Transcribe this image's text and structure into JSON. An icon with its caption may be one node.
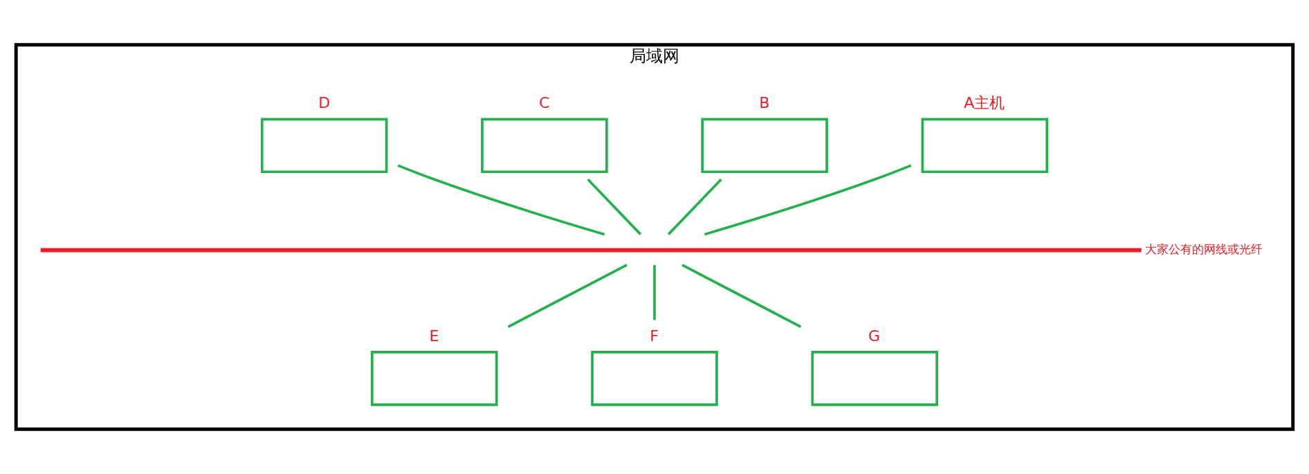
{
  "diagram": {
    "nodes": [
      {
        "text": [
          "局域网"
        ]
      },
      {
        "text": [
          "A主机"
        ],
        "in": 0
      },
      {
        "text": [
          "B"
        ],
        "in": 0
      },
      {
        "text": [
          "C"
        ],
        "in": 0
      },
      {
        "text": [
          "D"
        ],
        "in": 0
      },
      {
        "text": [],
        "shape": "bar",
        "beside": [
          "大家公有的网线或光纤"
        ],
        "in": 0
      },
      {
        "text": [
          "E"
        ],
        "in": 0
      },
      {
        "text": [
          "F"
        ],
        "in": 0
      },
      {
        "text": [
          "G"
        ],
        "in": 0
      }
    ],
    "edges": [
      {
        "from": 1,
        "to": 5,
        "arrow": "none"
      },
      {
        "from": 2,
        "to": 5,
        "arrow": "none"
      },
      {
        "from": 3,
        "to": 5,
        "arrow": "none"
      },
      {
        "from": 4,
        "to": 5,
        "arrow": "none"
      },
      {
        "from": 5,
        "to": 6,
        "arrow": "none"
      },
      {
        "from": 5,
        "to": 7,
        "arrow": "none"
      },
      {
        "from": 5,
        "to": 8,
        "arrow": "none"
      }
    ]
  }
}
